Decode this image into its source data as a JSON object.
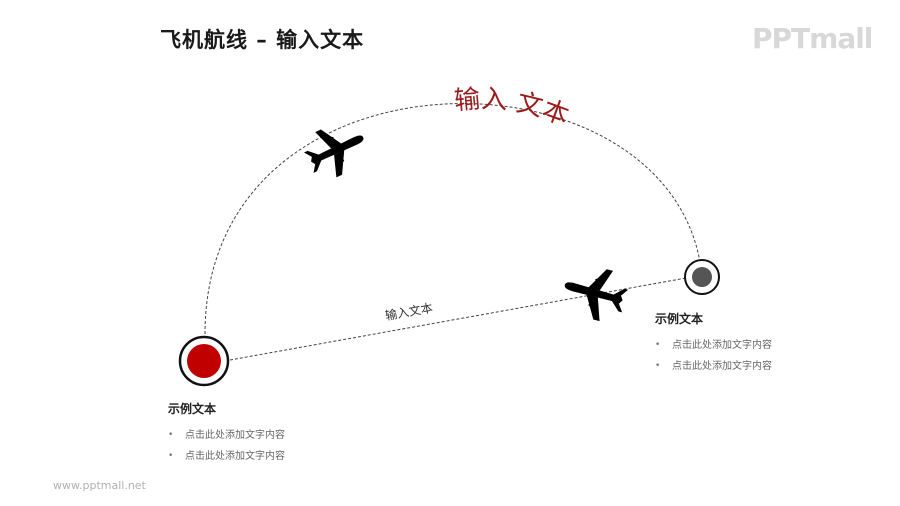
{
  "page_title": "飞机航线 – 输入文本",
  "logo": "PPTmall",
  "footer_url": "www.pptmall.net",
  "arc_label": "输入 文本",
  "line_label": "输入文本",
  "colors": {
    "origin_dot": "#c00000",
    "destination_dot": "#555555",
    "arc_label": "#9b1b1b",
    "route_line": "#444444"
  },
  "origin": {
    "title": "示例文本",
    "bullets": [
      "点击此处添加文字内容",
      "点击此处添加文字内容"
    ]
  },
  "destination": {
    "title": "示例文本",
    "bullets": [
      "点击此处添加文字内容",
      "点击此处添加文字内容"
    ]
  }
}
